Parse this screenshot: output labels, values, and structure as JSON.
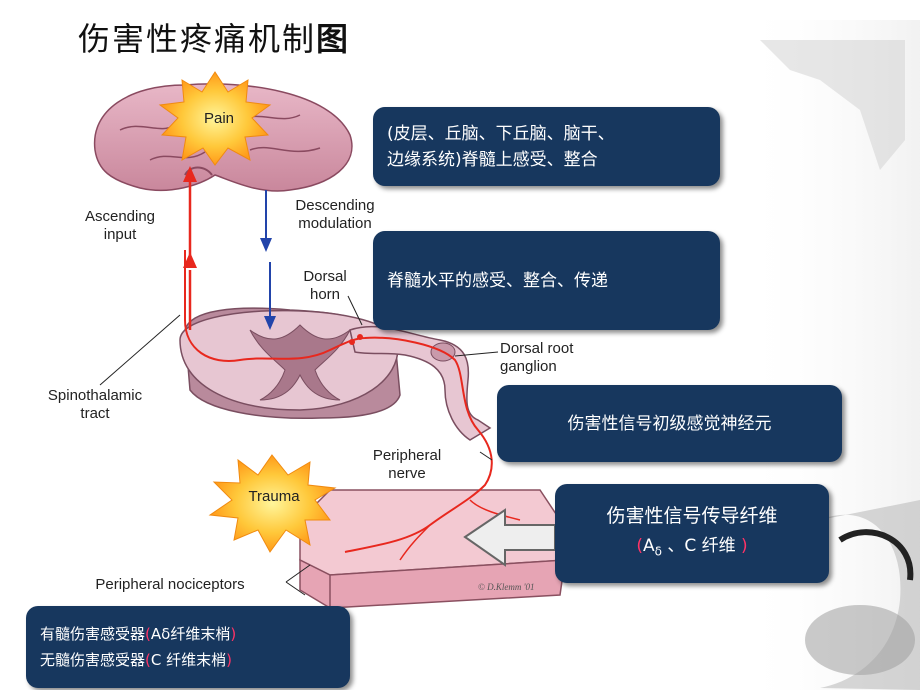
{
  "title": {
    "main": "伤害性疼痛机制",
    "last": "图"
  },
  "labels": {
    "pain": "Pain",
    "trauma": "Trauma",
    "ascending": "Ascending\ninput",
    "descending": "Descending\nmodulation",
    "dorsal_horn": "Dorsal\nhorn",
    "dorsal_root": "Dorsal root\nganglion",
    "spinothalamic": "Spinothalamic\ntract",
    "peripheral_nerve": "Peripheral\nnerve",
    "nociceptors": "Peripheral nociceptors",
    "credit": "© D.Klemm '01"
  },
  "boxes": {
    "cortex": {
      "line1": "(皮层、丘脑、下丘脑、脑干、",
      "line2": "边缘系统)脊髓上感受、整合"
    },
    "spinal": "脊髓水平的感受、整合、传递",
    "primary": "伤害性信号初级感觉神经元",
    "fibers": {
      "line1": "伤害性信号传导纤维",
      "a_open": "(",
      "a": "A",
      "delta": "δ",
      "sep": " 、C 纤维 ",
      "a_close": ")"
    },
    "receptors": {
      "r1_text": "有髓伤害感受器",
      "r1_open": "(",
      "r1_inner": "Aδ纤维末梢",
      "r1_close": ")",
      "r2_text": "无髓伤害感受器",
      "r2_open": "(",
      "r2_inner": "C 纤维末梢",
      "r2_close": ")"
    }
  },
  "colors": {
    "box": "#17375e",
    "ascending_arrow": "#e8281e",
    "descending_arrow": "#2244aa",
    "highlight": "#ff3366"
  }
}
